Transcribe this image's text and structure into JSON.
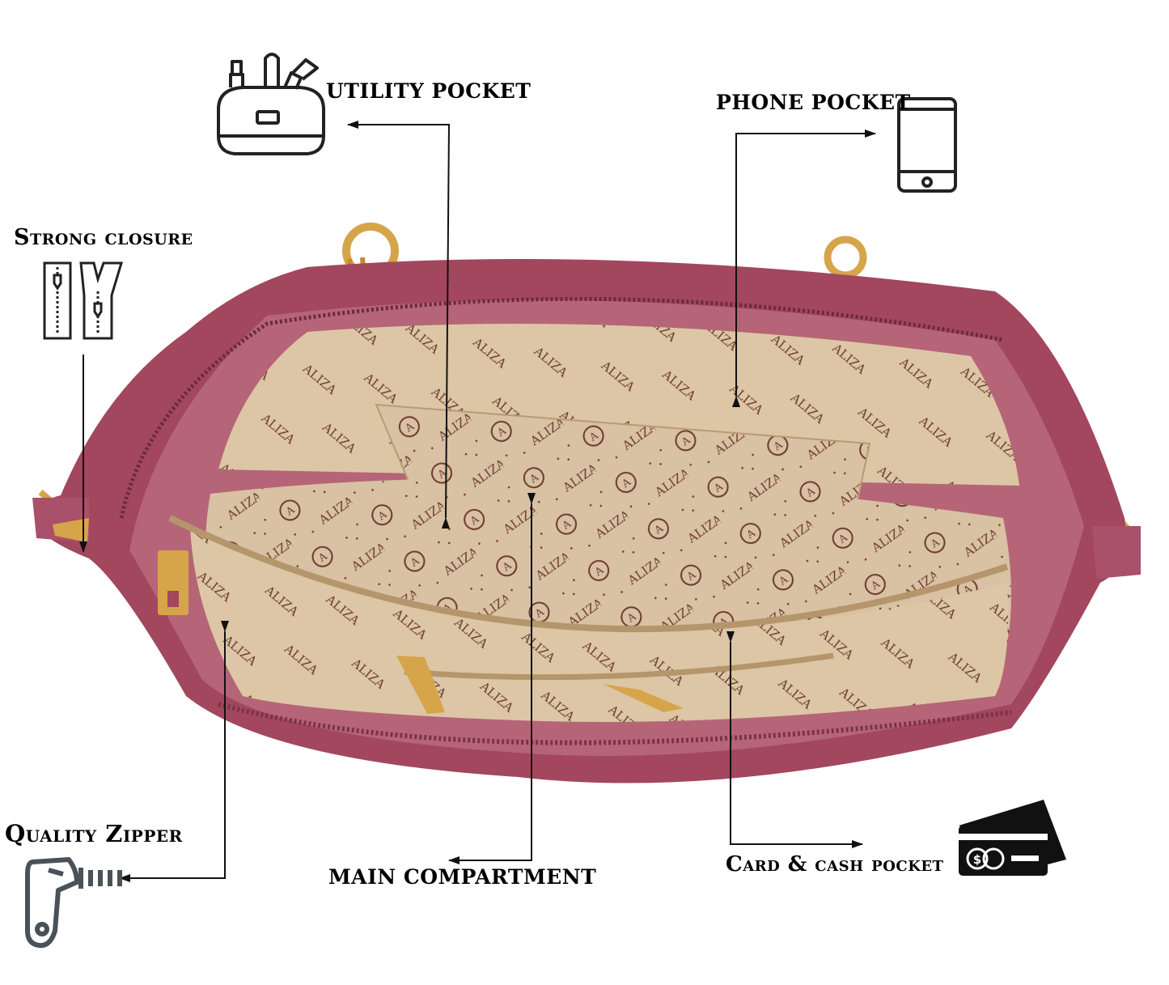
{
  "labels": {
    "utility_pocket": "UTILITY POCKET",
    "phone_pocket": "PHONE POCKET",
    "strong_closure": "Strong closure",
    "quality_zipper": "Quality Zipper",
    "main_compartment": "MAIN COMPARTMENT",
    "card_cash_pocket": "Card & cash pocket"
  },
  "brand_print": "ALIZA",
  "colors": {
    "bag_outer": "#a2475e",
    "bag_rim": "#b56577",
    "lining": "#d9c1a3",
    "lining_shadow": "#c7a985",
    "print": "#6e3b2e",
    "hardware": "#d6a54a",
    "line": "#111111"
  },
  "icons": {
    "utility": "cosmetic-bag-icon",
    "phone": "phone-icon",
    "closure": "zipper-closure-icon",
    "zipper": "zipper-pull-icon",
    "card": "credit-card-cash-icon"
  }
}
